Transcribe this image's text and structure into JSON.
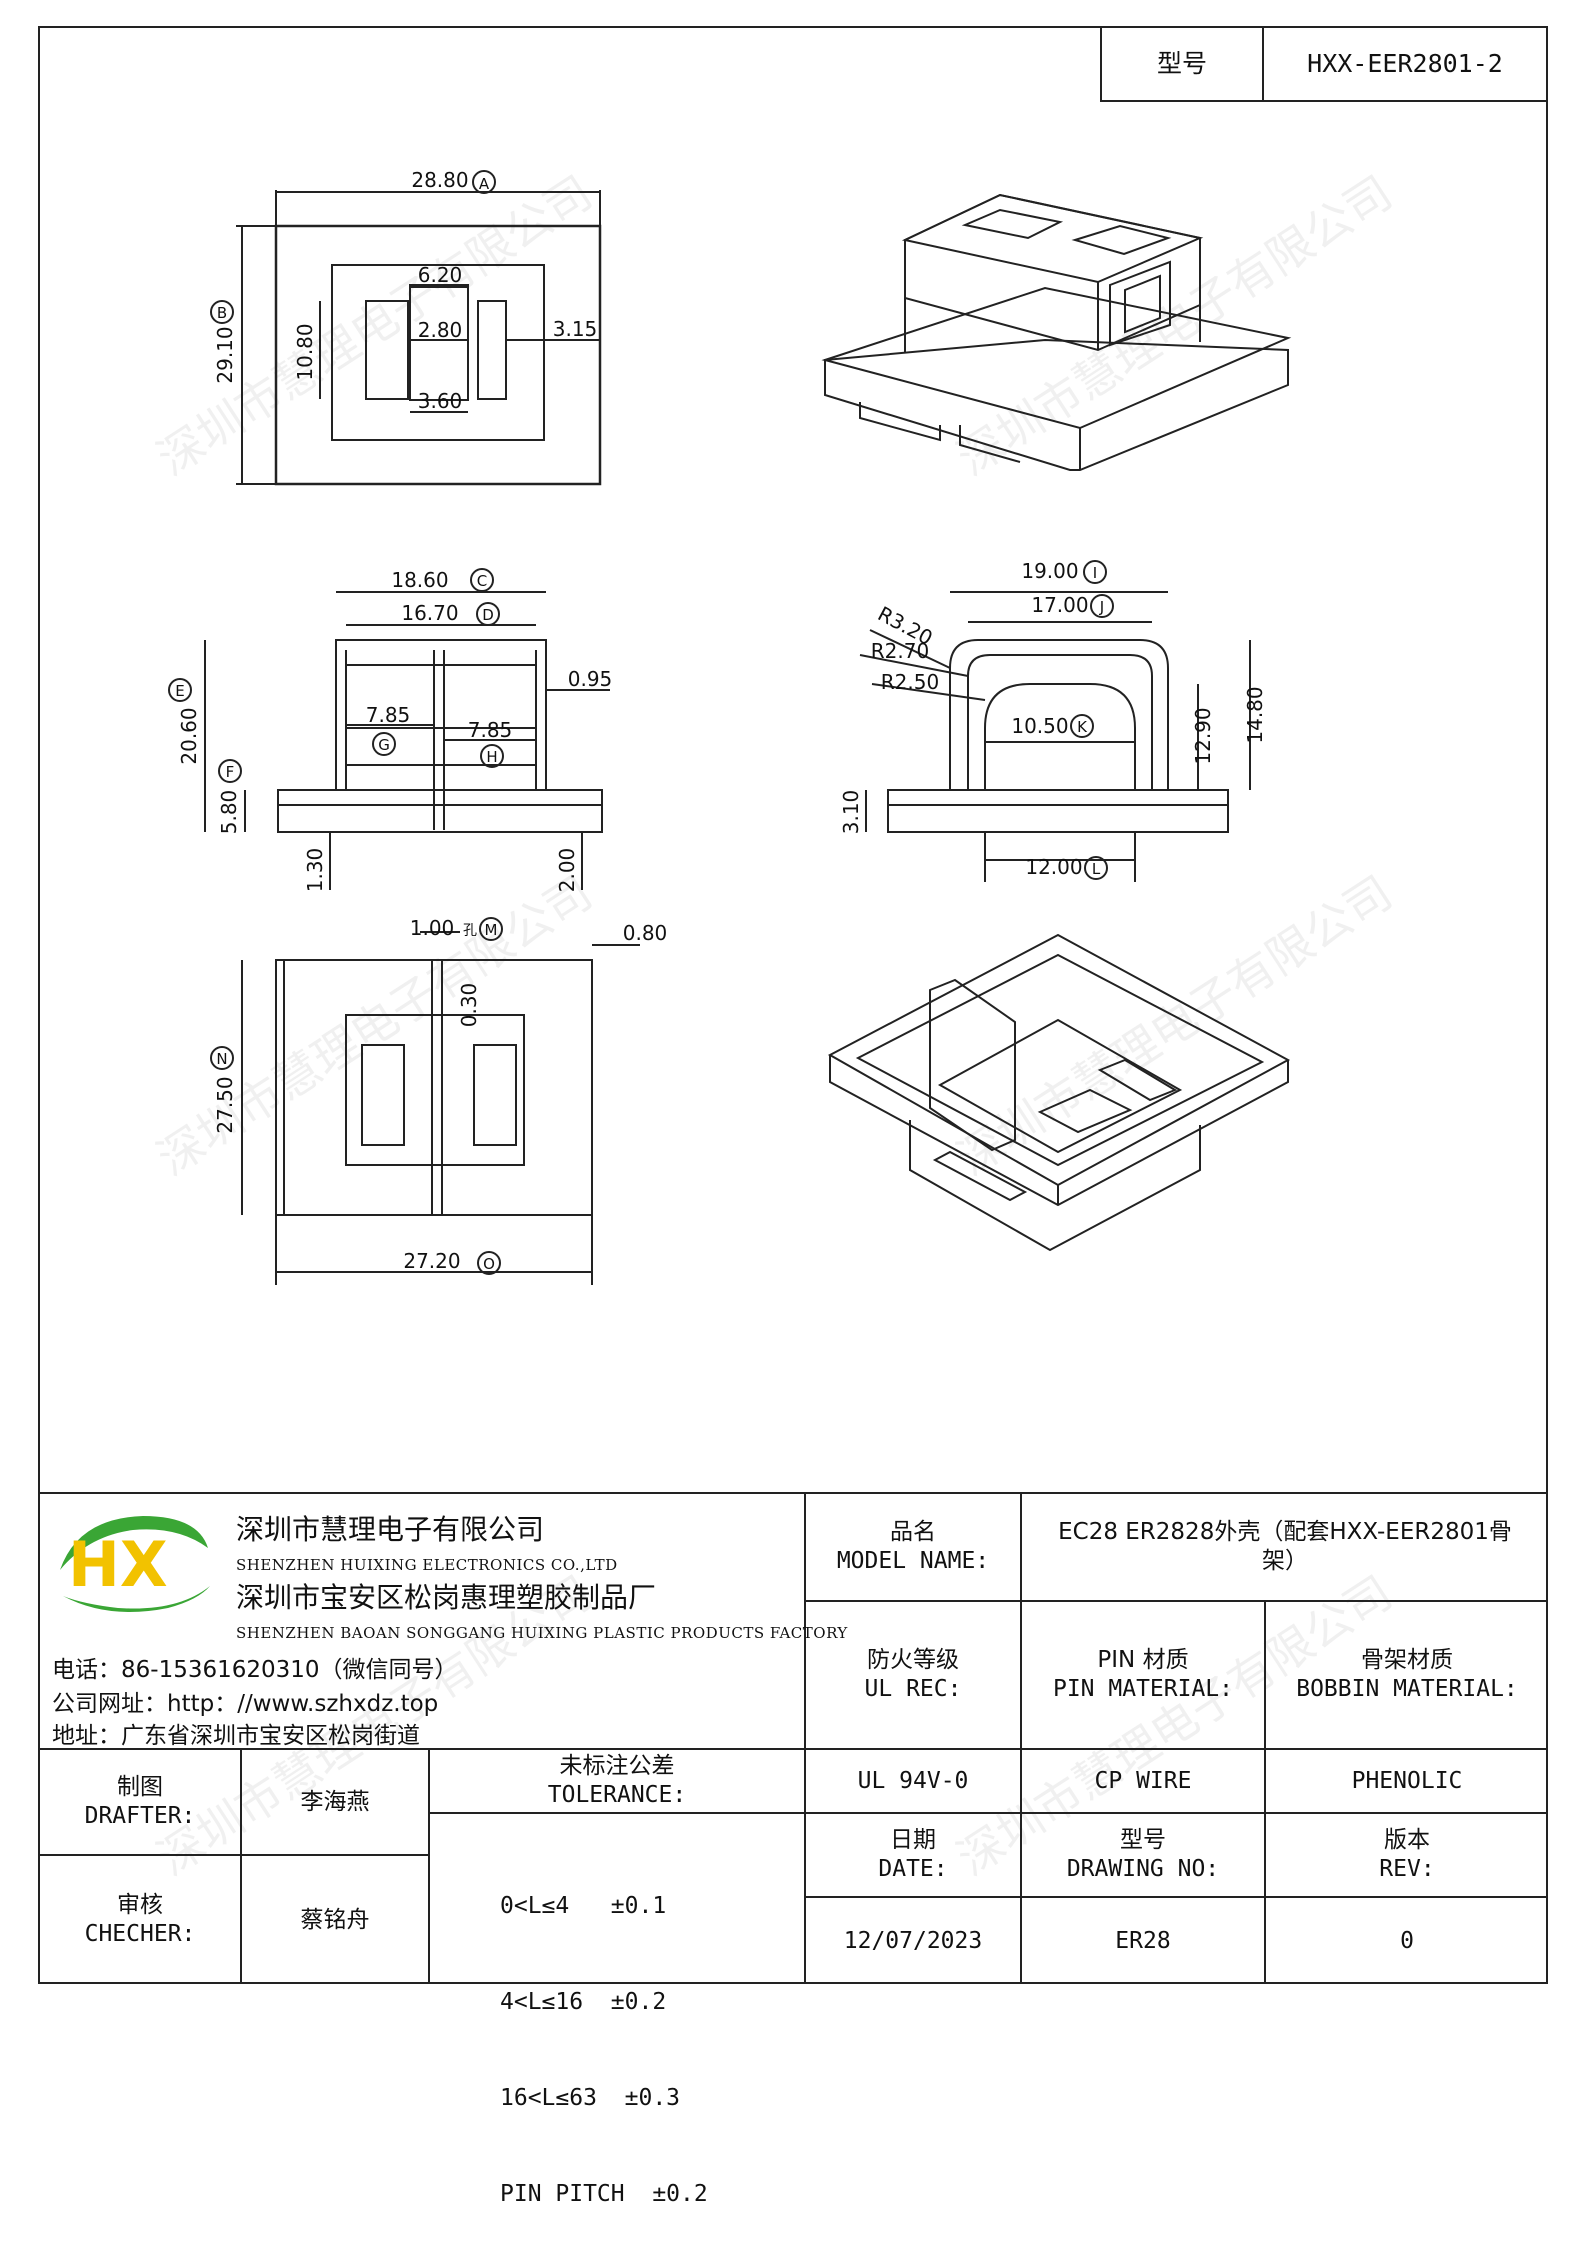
{
  "header": {
    "model_label": "型号",
    "model_value": "HXX-EER2801-2"
  },
  "watermark": "深圳市慧理电子有限公司",
  "drawings": {
    "top_view": {
      "dim_a": "28.80",
      "dim_b": "29.10",
      "inner_top": "6.20",
      "inner_mid": "2.80",
      "inner_left": "10.80",
      "inner_bottom": "3.60",
      "right": "3.15",
      "label_a": "A",
      "label_b": "B"
    },
    "front_view": {
      "dim_c": "18.60",
      "dim_d": "16.70",
      "dim_e": "20.60",
      "dim_f": "5.80",
      "dim_g": "7.85",
      "dim_h": "7.85",
      "dim_095": "0.95",
      "dim_130": "1.30",
      "dim_200": "2.00",
      "label_c": "C",
      "label_d": "D",
      "label_e": "E",
      "label_f": "F",
      "label_g": "G",
      "label_h": "H"
    },
    "side_view": {
      "dim_i": "19.00",
      "dim_j": "17.00",
      "dim_k": "10.50",
      "dim_l": "12.00",
      "r1": "R3.20",
      "r2": "R2.70",
      "r3": "R2.50",
      "dim_1290": "12.90",
      "dim_1480": "14.80",
      "dim_310": "3.10",
      "label_i": "I",
      "label_j": "J",
      "label_k": "K",
      "label_l": "L"
    },
    "bottom_view": {
      "dim_m": "1.00",
      "dim_m_suffix": "孔",
      "dim_080": "0.80",
      "dim_030": "0.30",
      "dim_n": "27.50",
      "dim_o": "27.20",
      "label_m": "M",
      "label_n": "N",
      "label_o": "O"
    }
  },
  "title_block": {
    "company_cn": "深圳市慧理电子有限公司",
    "company_en": "SHENZHEN HUIXING ELECTRONICS CO.,LTD",
    "factory_cn": "深圳市宝安区松岗惠理塑胶制品厂",
    "factory_en": "SHENZHEN BAOAN SONGGANG HUIXING PLASTIC PRODUCTS FACTORY",
    "phone": "电话：86-15361620310（微信同号）",
    "website": "公司网址：http：//www.szhxdz.top",
    "address": "地址：广东省深圳市宝安区松岗街道",
    "logo_text": "HX",
    "model_name_cn": "品名",
    "model_name_en": "MODEL NAME:",
    "model_name_value": "EC28 ER2828外壳（配套HXX-EER2801骨架）",
    "ul_cn": "防火等级",
    "ul_en": "UL REC:",
    "pin_cn": "PIN 材质",
    "pin_en": "PIN MATERIAL:",
    "bobbin_cn": "骨架材质",
    "bobbin_en": "BOBBIN MATERIAL:",
    "ul_value": "UL 94V-0",
    "pin_value": "CP WIRE",
    "bobbin_value": "PHENOLIC",
    "drafter_cn": "制图",
    "drafter_en": "DRAFTER:",
    "drafter_name": "李海燕",
    "checker_cn": "审核",
    "checker_en": "CHECHER:",
    "checker_name": "蔡铭舟",
    "tolerance_cn": "未标注公差",
    "tolerance_en": "TOLERANCE:",
    "tolerances": [
      "0<L≤4   ±0.1",
      "4<L≤16  ±0.2",
      "16<L≤63  ±0.3",
      "PIN PITCH  ±0.2"
    ],
    "date_cn": "日期",
    "date_en": "DATE:",
    "date_value": "12/07/2023",
    "drawing_cn": "型号",
    "drawing_en": "DRAWING NO:",
    "drawing_value": "ER28",
    "rev_cn": "版本",
    "rev_en": "REV:",
    "rev_value": "0"
  },
  "colors": {
    "logo_green": "#3aa635",
    "logo_yellow": "#f2c200",
    "logo_blue": "#1f6fb8"
  }
}
